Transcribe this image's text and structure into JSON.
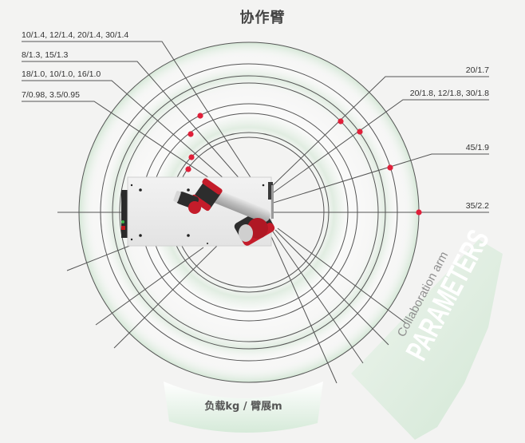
{
  "title": "协作臂",
  "bottom_caption": "负载kg / 臂展m",
  "brand": {
    "subtitle": "Collaboration arm",
    "headline": "PARAMETERS"
  },
  "colors": {
    "background": "#f3f3f2",
    "ring": "#555555",
    "accent_dot": "#e0203a",
    "green_tint": "#d6ead9",
    "text": "#333333"
  },
  "callouts_left": [
    {
      "label": "10/1.4, 12/1.4, 20/1.4, 30/1.4"
    },
    {
      "label": "8/1.3, 15/1.3"
    },
    {
      "label": "18/1.0, 10/1.0, 16/1.0"
    },
    {
      "label": "7/0.98, 3.5/0.95"
    }
  ],
  "callouts_right": [
    {
      "label": "20/1.7"
    },
    {
      "label": "20/1.8, 12/1.8, 30/1.8"
    },
    {
      "label": "45/1.9"
    },
    {
      "label": "35/2.2"
    }
  ],
  "reach_rings_m": [
    0.95,
    0.98,
    1.0,
    1.3,
    1.4,
    1.7,
    1.8,
    1.9,
    2.2
  ]
}
